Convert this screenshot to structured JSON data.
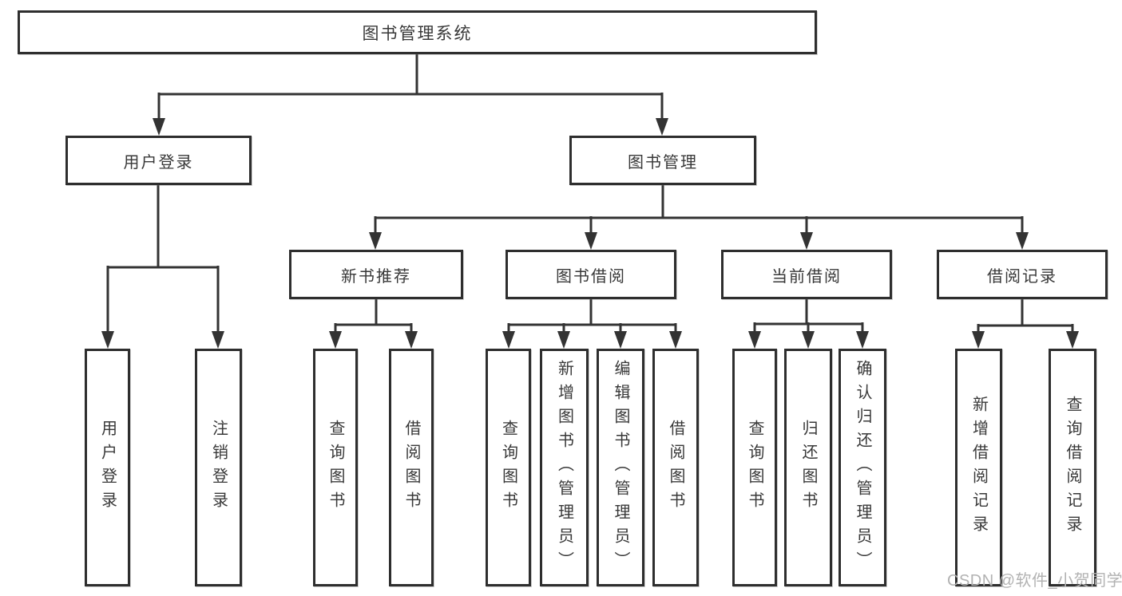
{
  "diagram": {
    "root": "图书管理系统",
    "user_branch": {
      "label": "用户登录",
      "children": [
        "用户登录",
        "注销登录"
      ]
    },
    "book_branch": {
      "label": "图书管理",
      "groups": [
        {
          "label": "新书推荐",
          "children": [
            "查询图书",
            "借阅图书"
          ]
        },
        {
          "label": "图书借阅",
          "children": [
            "查询图书",
            "新增图书（管理员）",
            "编辑图书（管理员）",
            "借阅图书"
          ]
        },
        {
          "label": "当前借阅",
          "children": [
            "查询图书",
            "归还图书",
            "确认归还（管理员）"
          ]
        },
        {
          "label": "借阅记录",
          "children": [
            "新增借阅记录",
            "查询借阅记录"
          ]
        }
      ]
    }
  },
  "watermark": "CSDN @软件_小贺同学",
  "colors": {
    "line": "#333333",
    "box_border": "#2e2e2e",
    "text": "#383838",
    "watermark": "#b2b2b2",
    "background": "#ffffff"
  }
}
